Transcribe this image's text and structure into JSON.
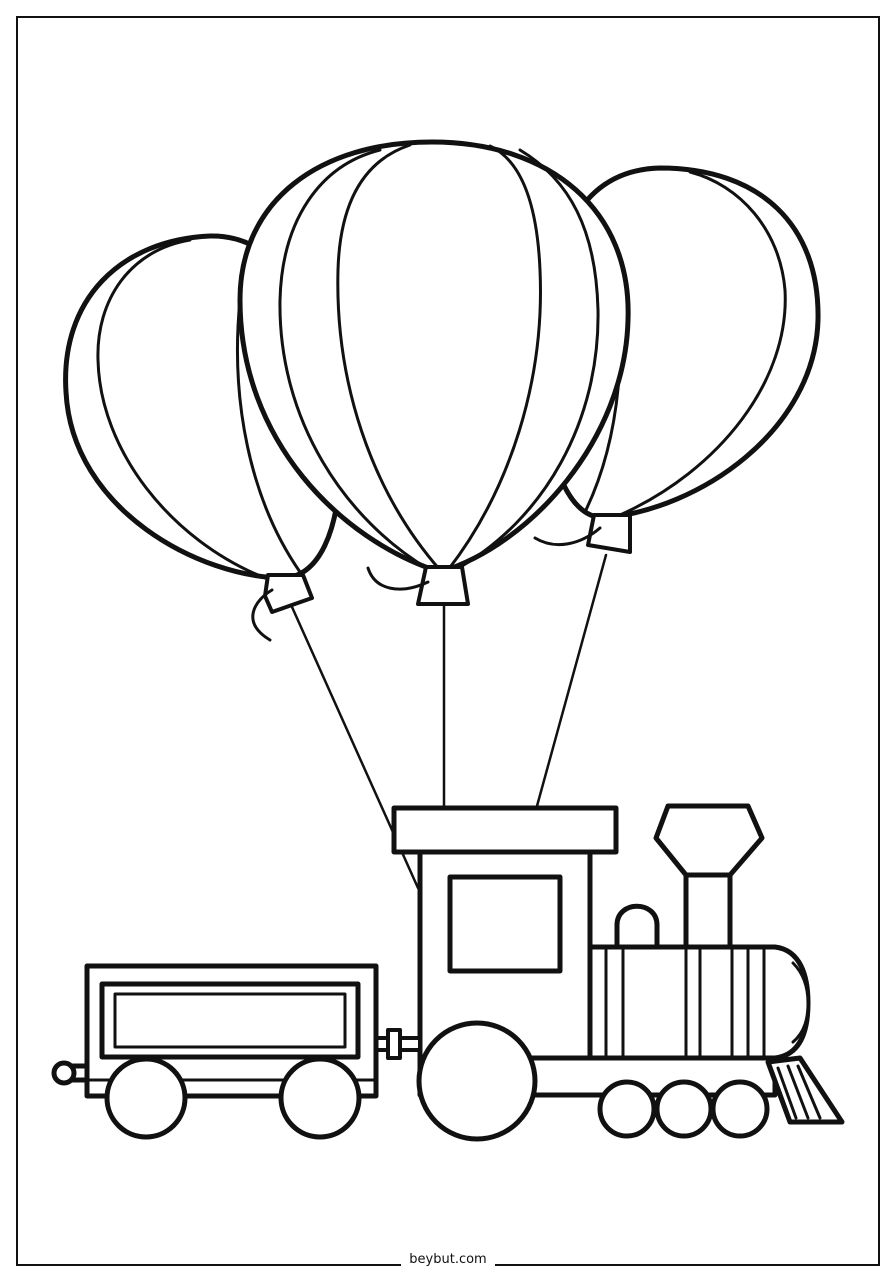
{
  "page": {
    "footer_text": "beybut.com",
    "line_color": "#111111",
    "background_color": "#ffffff"
  },
  "illustration": {
    "subject": "balloons-lifting-toy-train",
    "balloons": 3,
    "train_cars": 2
  }
}
